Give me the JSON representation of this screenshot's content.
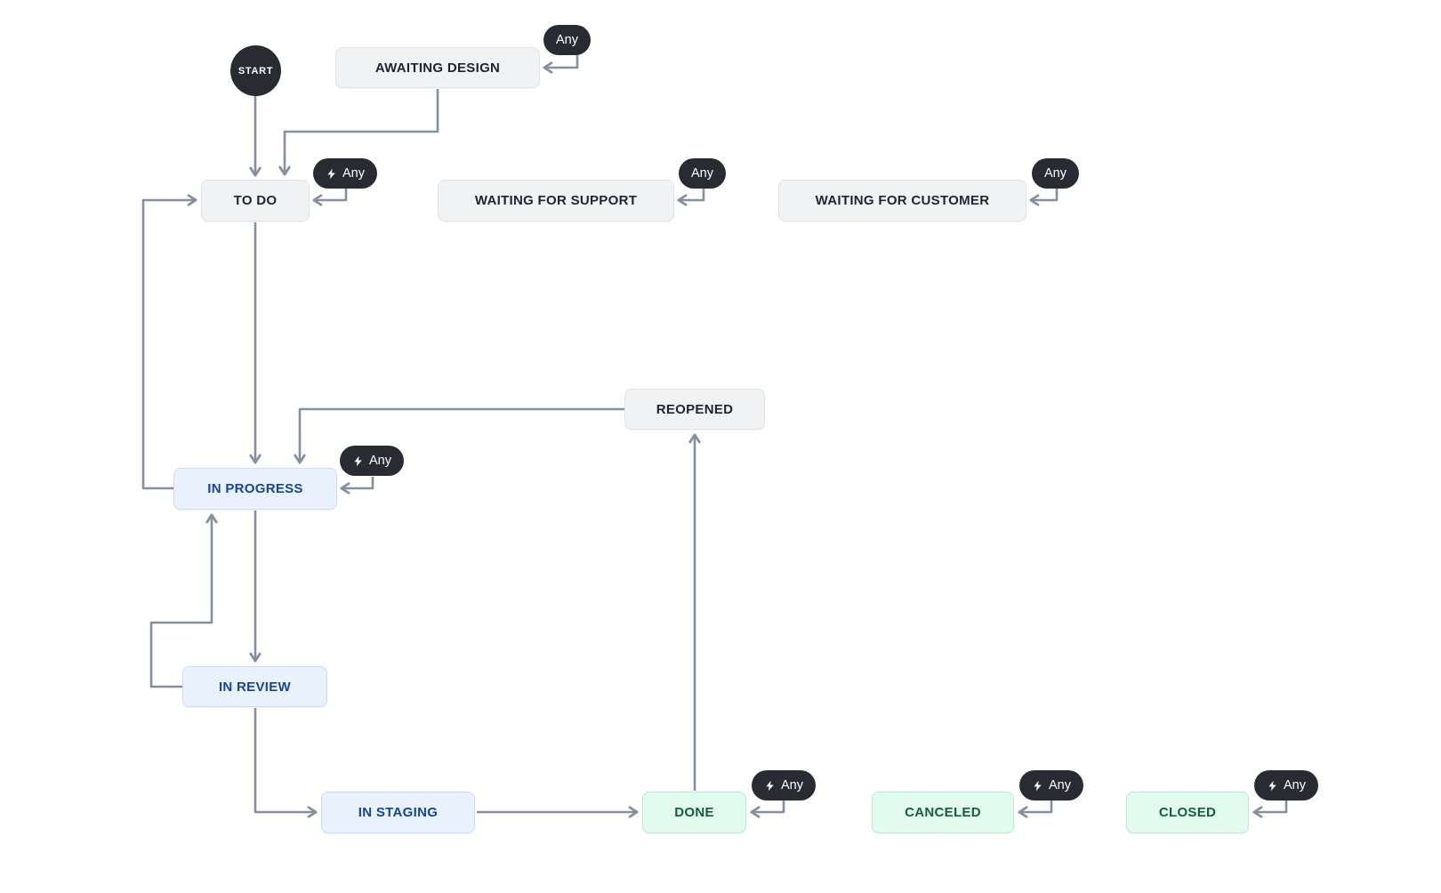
{
  "start": {
    "label": "START"
  },
  "any_rule_label": "Any",
  "statuses": [
    {
      "id": "start",
      "label": "START",
      "category": "start"
    },
    {
      "id": "awaiting-design",
      "label": "AWAITING DESIGN",
      "category": "todo-gray"
    },
    {
      "id": "to-do",
      "label": "TO DO",
      "category": "todo-gray"
    },
    {
      "id": "waiting-for-support",
      "label": "WAITING FOR SUPPORT",
      "category": "todo-gray"
    },
    {
      "id": "waiting-for-customer",
      "label": "WAITING FOR CUSTOMER",
      "category": "todo-gray"
    },
    {
      "id": "reopened",
      "label": "REOPENED",
      "category": "todo-gray"
    },
    {
      "id": "in-progress",
      "label": "IN PROGRESS",
      "category": "in-progress-blue"
    },
    {
      "id": "in-review",
      "label": "IN REVIEW",
      "category": "in-progress-blue"
    },
    {
      "id": "in-staging",
      "label": "IN STAGING",
      "category": "in-progress-blue"
    },
    {
      "id": "done",
      "label": "DONE",
      "category": "done-green"
    },
    {
      "id": "canceled",
      "label": "CANCELED",
      "category": "done-green"
    },
    {
      "id": "closed",
      "label": "CLOSED",
      "category": "done-green"
    }
  ],
  "badges": [
    {
      "label": "Any",
      "icon": null,
      "attached_to": "awaiting-design"
    },
    {
      "label": "Any",
      "icon": "lightning-bolt",
      "attached_to": "to-do"
    },
    {
      "label": "Any",
      "icon": null,
      "attached_to": "waiting-for-support"
    },
    {
      "label": "Any",
      "icon": null,
      "attached_to": "waiting-for-customer"
    },
    {
      "label": "Any",
      "icon": "lightning-bolt",
      "attached_to": "in-progress"
    },
    {
      "label": "Any",
      "icon": "lightning-bolt",
      "attached_to": "done"
    },
    {
      "label": "Any",
      "icon": "lightning-bolt",
      "attached_to": "canceled"
    },
    {
      "label": "Any",
      "icon": "lightning-bolt",
      "attached_to": "closed"
    }
  ],
  "transitions": [
    {
      "from": "start",
      "to": "to-do"
    },
    {
      "from": "awaiting-design",
      "to": "to-do"
    },
    {
      "from": "to-do",
      "to": "in-progress"
    },
    {
      "from": "in-progress",
      "to": "to-do"
    },
    {
      "from": "reopened",
      "to": "in-progress"
    },
    {
      "from": "in-progress",
      "to": "in-review"
    },
    {
      "from": "in-review",
      "to": "in-progress"
    },
    {
      "from": "in-review",
      "to": "in-staging"
    },
    {
      "from": "in-staging",
      "to": "done"
    },
    {
      "from": "done",
      "to": "reopened"
    },
    {
      "from": "any",
      "to": "awaiting-design"
    },
    {
      "from": "any",
      "to": "to-do"
    },
    {
      "from": "any",
      "to": "waiting-for-support"
    },
    {
      "from": "any",
      "to": "waiting-for-customer"
    },
    {
      "from": "any",
      "to": "in-progress"
    },
    {
      "from": "any",
      "to": "done"
    },
    {
      "from": "any",
      "to": "canceled"
    },
    {
      "from": "any",
      "to": "closed"
    }
  ],
  "colors": {
    "canvas_bg": "#FFFFFF",
    "arrow_color": "#858FA0",
    "status_gray_bg": "#F1F2F4",
    "status_gray_border": "#E1E3E8",
    "status_gray_text": "#1D2433",
    "status_blue_bg": "#E9F1FD",
    "status_blue_border": "#C9DCF8",
    "status_blue_text": "#15459B",
    "status_green_bg": "#E2FBEF",
    "status_green_border": "#BCEBD5",
    "status_green_text": "#175B42",
    "badge_bg": "#282B31",
    "badge_text": "#FFFFFF"
  }
}
